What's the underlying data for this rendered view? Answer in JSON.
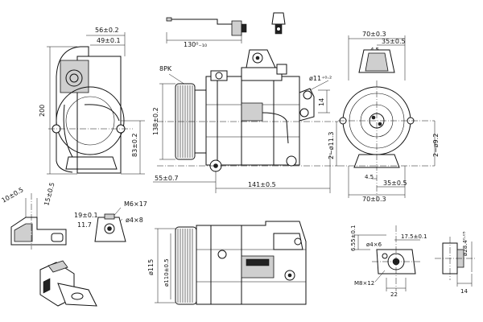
{
  "dimensions": {
    "d56": "56±0.2",
    "d49": "49±0.1",
    "d200": "200",
    "d83": "83±0.2",
    "d130": "130⁰₋₁₀",
    "d8pk": "8PK",
    "d138": "138±0.2",
    "d55": "55±0.7",
    "d141": "141±0.5",
    "d11_5": "ø11⁺⁰·²",
    "d14": "14",
    "d2_11_3": "2−ø11.3",
    "d70_top": "70±0.3",
    "d35_top": "35±0.5",
    "d4_5_top": "4.5",
    "d2_9_2": "2−ø9.2",
    "d4_5_bot": "4.5",
    "d35_bot": "35±0.5",
    "d70_bot": "70±0.3",
    "d10": "10±0.5",
    "d15": "15±0.5",
    "d19": "19±0.1",
    "d11_7": "11.7",
    "dM6": "M6×17",
    "d4x8_a": "ø4×8",
    "d115": "ø115",
    "d110": "ø110±0.5",
    "d6_55": "6.55±0.1",
    "d4x6": "ø4×6",
    "d17_5": "17.5±0.1",
    "dM8": "M8×12",
    "d22": "22",
    "d28_4": "ø28.4⁰·⁰⁵",
    "d14b": "14"
  }
}
